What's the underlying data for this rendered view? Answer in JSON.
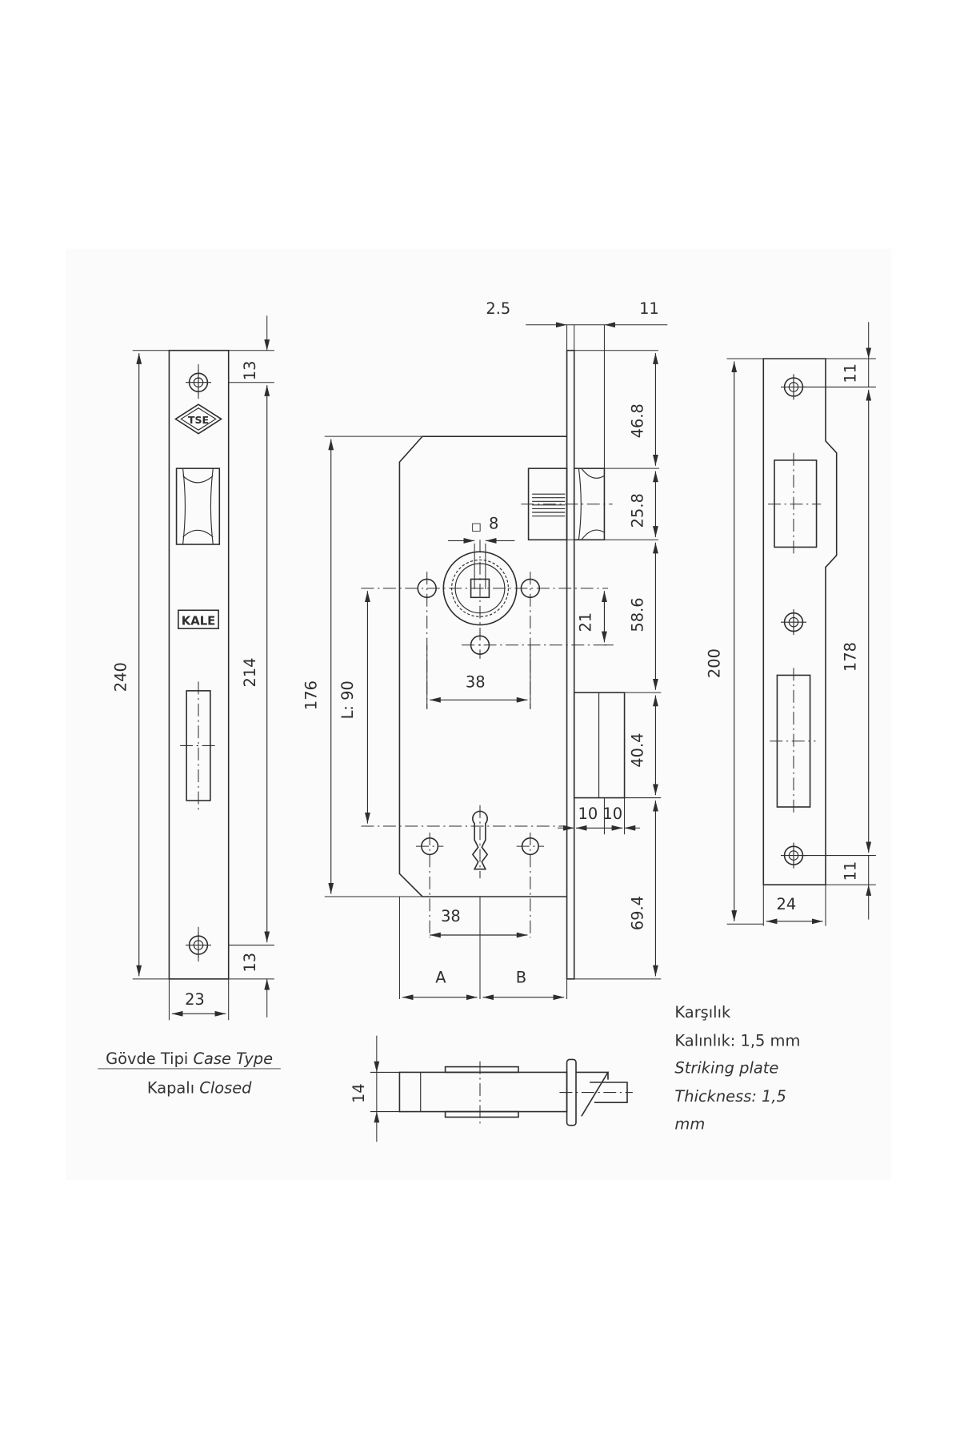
{
  "left_view": {
    "dims": {
      "overall_height": "240",
      "hole_spacing": "214",
      "top_offset": "13",
      "bottom_offset": "13",
      "width": "23"
    },
    "logos": {
      "tse": "TSE",
      "kale": "KALE"
    }
  },
  "case_type": {
    "label_tr": "Gövde Tipi",
    "label_en": "Case Type",
    "value_tr": "Kapalı",
    "value_en": "Closed"
  },
  "center_view": {
    "dims": {
      "faceplate_thickness": "2.5",
      "latch_projection": "11",
      "d_46_8": "46.8",
      "d_25_8": "25.8",
      "d_58_6": "58.6",
      "d_40_4": "40.4",
      "d_69_4": "69.4",
      "d_21": "21",
      "square": "8",
      "square_symbol": "◻",
      "hole_spacing_top": "38",
      "hole_spacing_bottom": "38",
      "body_height": "176",
      "spindle_to_key": "L: 90",
      "bolt_a": "10",
      "bolt_b": "10",
      "backset_a": "A",
      "backset_b": "B"
    }
  },
  "side_view": {
    "dims": {
      "thickness": "14"
    }
  },
  "strike_plate": {
    "dims": {
      "overall_height": "200",
      "hole_spacing": "178",
      "top_offset": "11",
      "bottom_offset": "11",
      "width": "24"
    },
    "note": {
      "line1": "Karşılık",
      "line2": "Kalınlık: 1,5 mm",
      "line3": "Striking plate",
      "line4": "Thickness: 1,5",
      "line5": "mm"
    }
  }
}
